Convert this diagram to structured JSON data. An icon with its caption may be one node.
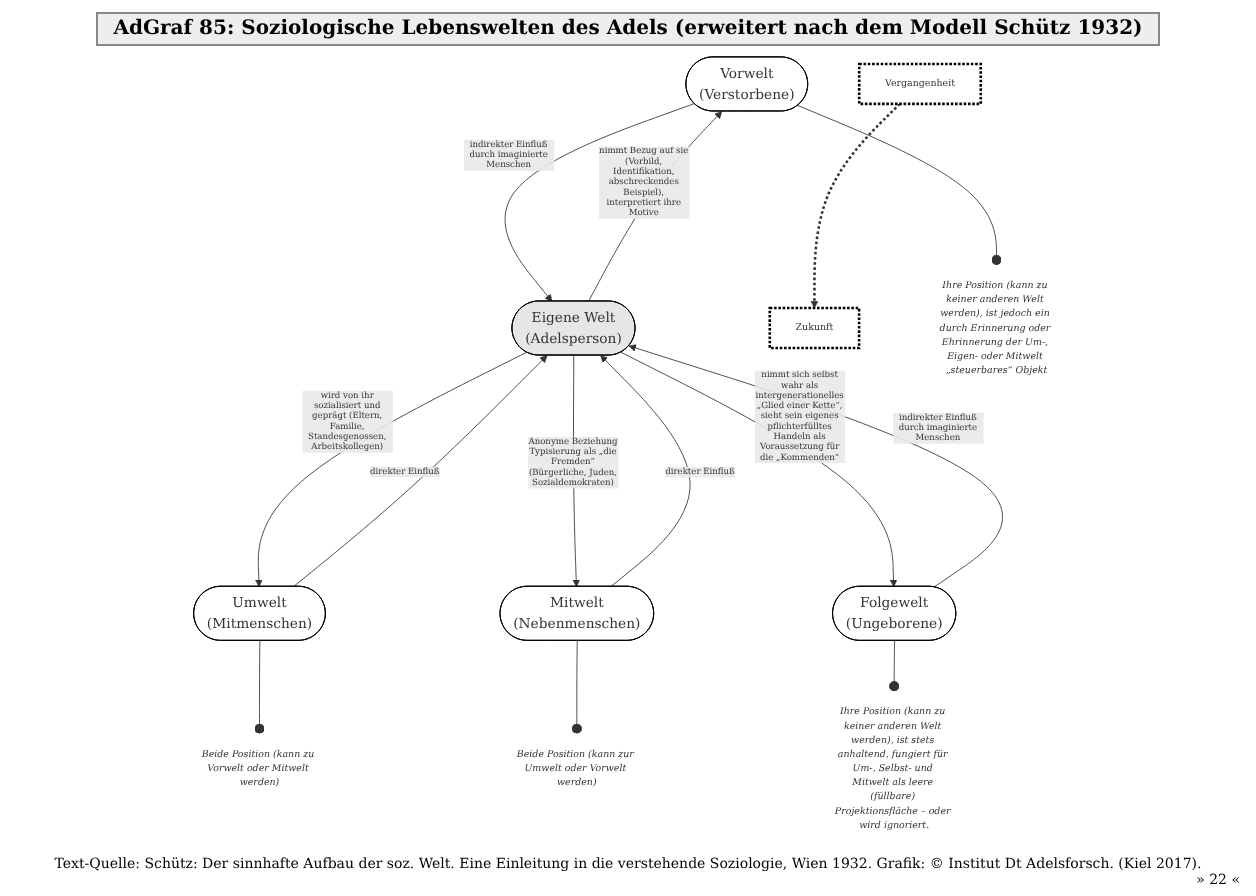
{
  "diagram": {
    "title": "AdGraf 85: Soziologische Lebenswelten des Adels (erweitert nach dem Modell Schütz 1932)",
    "nodes": [
      {
        "text": [
          "Vergangenheit"
        ]
      },
      {
        "text": [
          "Vorwelt",
          "(Verstorbene)"
        ]
      },
      {
        "text": [
          "Umwelt",
          "(Mitmenschen)"
        ]
      },
      {
        "text": [
          "Eigene Welt",
          "(Adelsperson)"
        ]
      },
      {
        "text": [
          "Mitwelt",
          "(Nebenmenschen)"
        ]
      },
      {
        "text": [
          "Zukunft"
        ]
      },
      {
        "text": [
          "Folgewelt",
          "(Ungeborene)"
        ]
      },
      {
        "text": [
          "Ihre Position (kann zu keiner anderen Welt werden), ist jedoch ein durch Erinnerung oder Ehrinnerung der Um-, Eigen- oder Mitwelt „steuerbares“ Objekt"
        ]
      },
      {
        "text": [
          "Beide Position (kann zu Vorwelt oder Mitwelt werden)"
        ]
      },
      {
        "text": [
          "Beide Position (kann zur Umwelt oder Vorwelt werden)"
        ]
      },
      {
        "text": [
          "Ihre Position (kann zu keiner anderen Welt werden), ist stets anhaltend, fungiert für Um-, Selbst- und Mitwelt als leere (füllbare) Projektionsfläche – oder wird ignoriert."
        ]
      }
    ],
    "edges": [
      {
        "from": 0,
        "to": 5,
        "arrow": "to",
        "style": "dashed"
      },
      {
        "from": 1,
        "to": 3,
        "arrow": "to",
        "label": "indirekter Einfluß durch imaginierte Menschen"
      },
      {
        "from": 3,
        "to": 1,
        "arrow": "to",
        "label": "nimmt Bezug auf sie (Vorbild, Identifikation, abschreckendes Beispiel), interpretiert ihre Motive"
      },
      {
        "from": 3,
        "to": 2,
        "arrow": "to",
        "label": "wird von ihr sozialisiert und geprägt (Eltern, Familie, Standesgenossen, Arbeitskollegen)"
      },
      {
        "from": 2,
        "to": 3,
        "arrow": "to",
        "label": "direkter Einfluß"
      },
      {
        "from": 4,
        "to": 3,
        "arrow": "to",
        "label": "direkter Einfluß"
      },
      {
        "from": 3,
        "to": 4,
        "arrow": "to",
        "label": "Anonyme Beziehung Typisierung als „die Fremden“ (Bürgerliche, Juden, Sozialdemokraten)"
      },
      {
        "from": 3,
        "to": 6,
        "arrow": "to",
        "label": "nimmt sich selbst wahr als intergenerationelles „Glied einer Kette“, sieht sein eigenes pflichterfülltes Handeln als Voraussetzung für die „Kommenden“"
      },
      {
        "from": 6,
        "to": 3,
        "arrow": "to",
        "label": "indirekter Einfluß durch imaginierte Menschen"
      },
      {
        "from": 1,
        "to": 7,
        "arrow": "other"
      },
      {
        "from": 2,
        "to": 8,
        "arrow": "other"
      },
      {
        "from": 4,
        "to": 9,
        "arrow": "other"
      },
      {
        "from": 6,
        "to": 10,
        "arrow": "other"
      }
    ],
    "labels": [
      "» 22 «"
    ],
    "caption": "Text-Quelle: Schütz: Der sinnhafte Aufbau der soz. Welt. Eine Einleitung in die verstehende Soziologie, Wien 1932. Grafik: © Institut Dt Adelsforsch. (Kiel 2017)."
  }
}
